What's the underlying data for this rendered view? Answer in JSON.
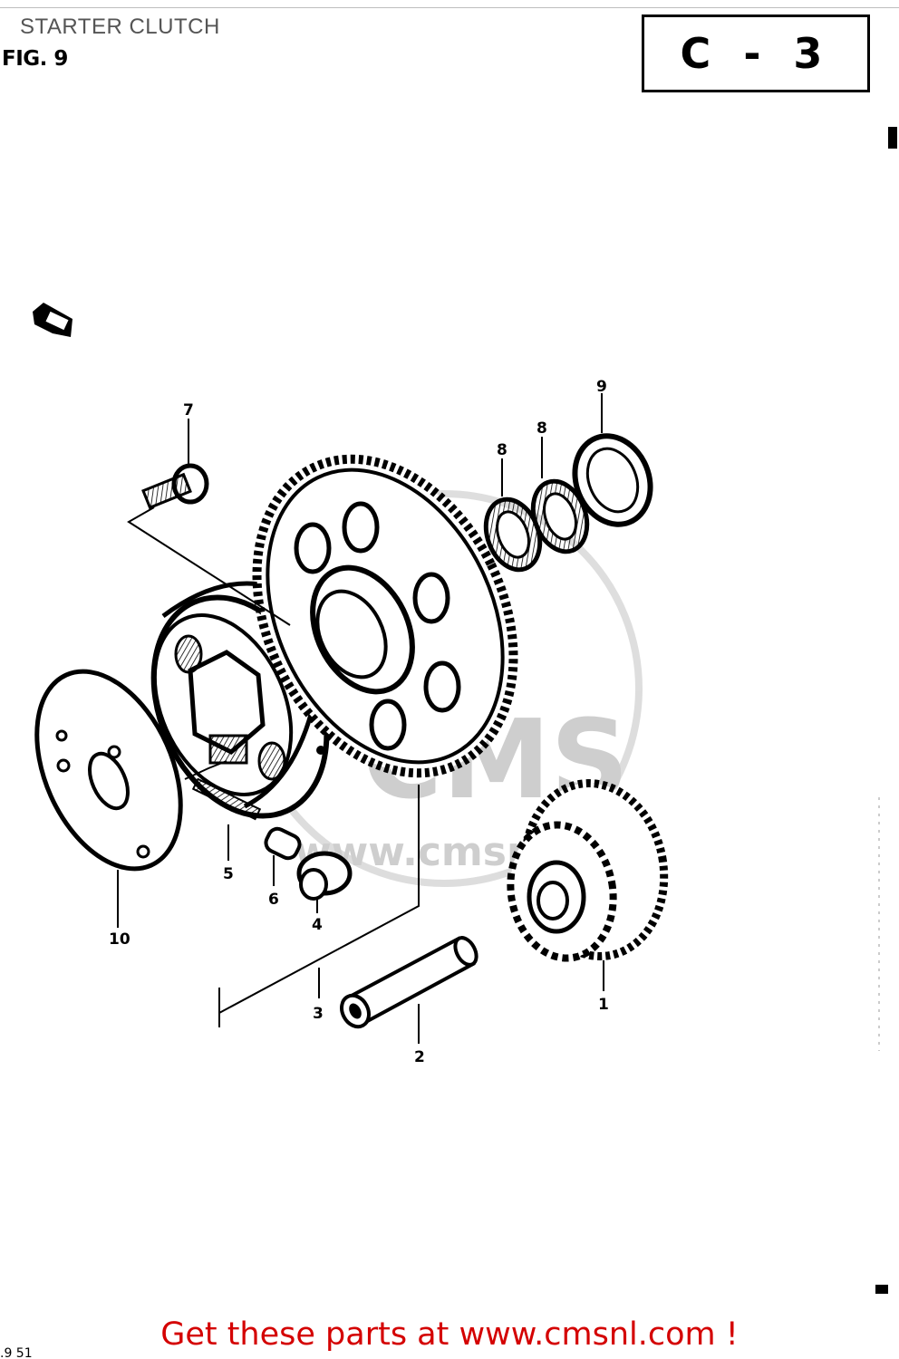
{
  "header": {
    "title": "STARTER CLUTCH",
    "figure": "FIG. 9",
    "code": "C - 3"
  },
  "callouts": [
    {
      "num": "1"
    },
    {
      "num": "2"
    },
    {
      "num": "3"
    },
    {
      "num": "4"
    },
    {
      "num": "5"
    },
    {
      "num": "6"
    },
    {
      "num": "7"
    },
    {
      "num": "8"
    },
    {
      "num": "8"
    },
    {
      "num": "9"
    },
    {
      "num": "10"
    }
  ],
  "watermark": {
    "brand": "CMS",
    "url": "www.cmsnl.com"
  },
  "footer": {
    "promo_text": "Get these parts at www.cmsnl.com !"
  }
}
